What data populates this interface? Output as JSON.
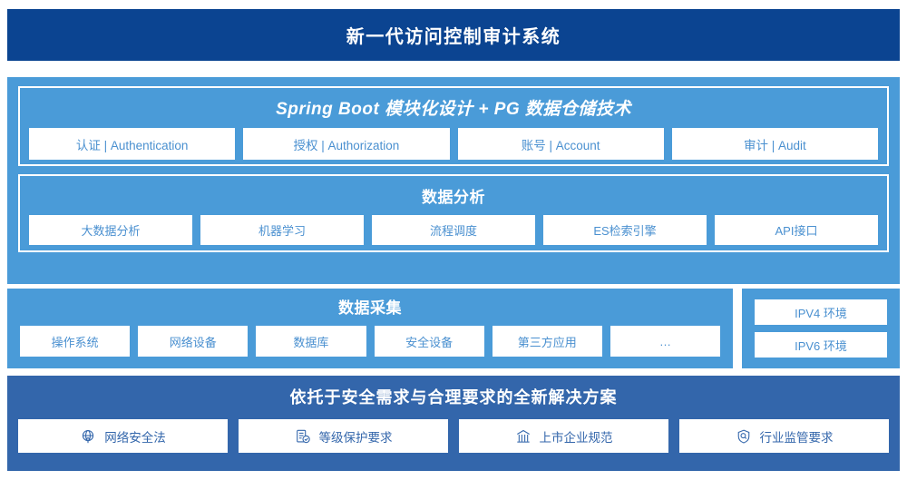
{
  "header": {
    "title": "新一代访问控制审计系统",
    "bg_color": "#0b4491",
    "text_color": "#ffffff"
  },
  "colors": {
    "light_blue": "#4a9bd8",
    "medium_blue": "#3366ab",
    "navy": "#0b4491",
    "chip_text_blue": "#4a90d0",
    "chip_bg": "#ffffff"
  },
  "upper": {
    "springboot_panel": {
      "title": "Spring Boot 模块化设计 + PG 数据仓储技术",
      "items": [
        {
          "label": "认证 | Authentication"
        },
        {
          "label": "授权 | Authorization"
        },
        {
          "label": "账号 | Account"
        },
        {
          "label": "审计 | Audit"
        }
      ]
    },
    "analysis_panel": {
      "title": "数据分析",
      "items": [
        {
          "label": "大数据分析"
        },
        {
          "label": "机器学习"
        },
        {
          "label": "流程调度"
        },
        {
          "label": "ES检索引擎"
        },
        {
          "label": "API接口"
        }
      ]
    }
  },
  "collection": {
    "title": "数据采集",
    "items": [
      {
        "label": "操作系统"
      },
      {
        "label": "网络设备"
      },
      {
        "label": "数据库"
      },
      {
        "label": "安全设备"
      },
      {
        "label": "第三方应用"
      },
      {
        "label": "…"
      }
    ]
  },
  "environments": {
    "items": [
      {
        "label": "IPV4 环境"
      },
      {
        "label": "IPV6 环境"
      }
    ]
  },
  "bottom": {
    "title": "依托于安全需求与合理要求的全新解决方案",
    "items": [
      {
        "label": "网络安全法",
        "icon": "globe-icon"
      },
      {
        "label": "等级保护要求",
        "icon": "document-check-icon"
      },
      {
        "label": "上市企业规范",
        "icon": "bank-icon"
      },
      {
        "label": "行业监管要求",
        "icon": "shield-search-icon"
      }
    ]
  }
}
